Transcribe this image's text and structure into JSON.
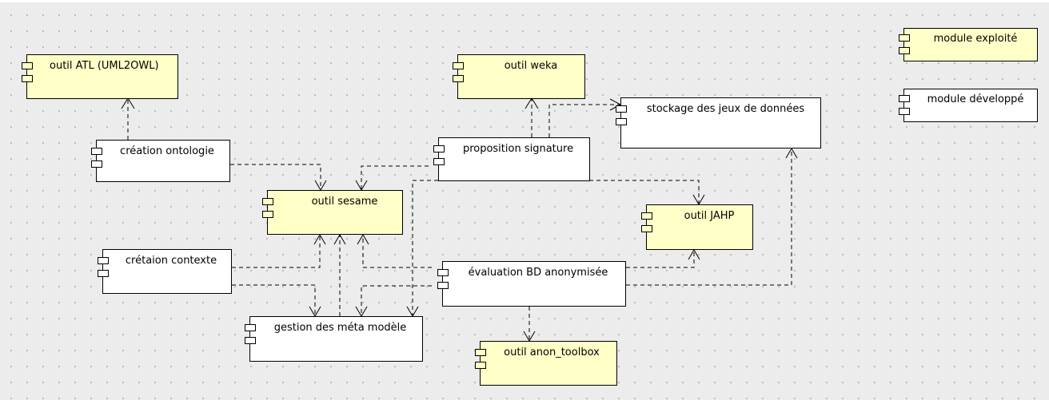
{
  "diagram": {
    "components": {
      "outil_atl": "outil ATL  (UML2OWL)",
      "outil_weka": "outil weka",
      "stockage": "stockage des jeux de données",
      "creation_ontologie": "création ontologie",
      "proposition_signature": "proposition signature",
      "outil_sesame": "outil sesame",
      "outil_jahp": "outil JAHP",
      "creation_contexte": "crétaion contexte",
      "evaluation_bd": "évaluation BD anonymisée",
      "gestion_meta": "gestion des méta modèle",
      "outil_anon": "outil anon_toolbox"
    },
    "legend": {
      "exploited": "module exploité",
      "developed": "module développé"
    },
    "colors": {
      "exploited_fill": "#ffffc8",
      "developed_fill": "#ffffff",
      "background": "#ececec"
    }
  }
}
